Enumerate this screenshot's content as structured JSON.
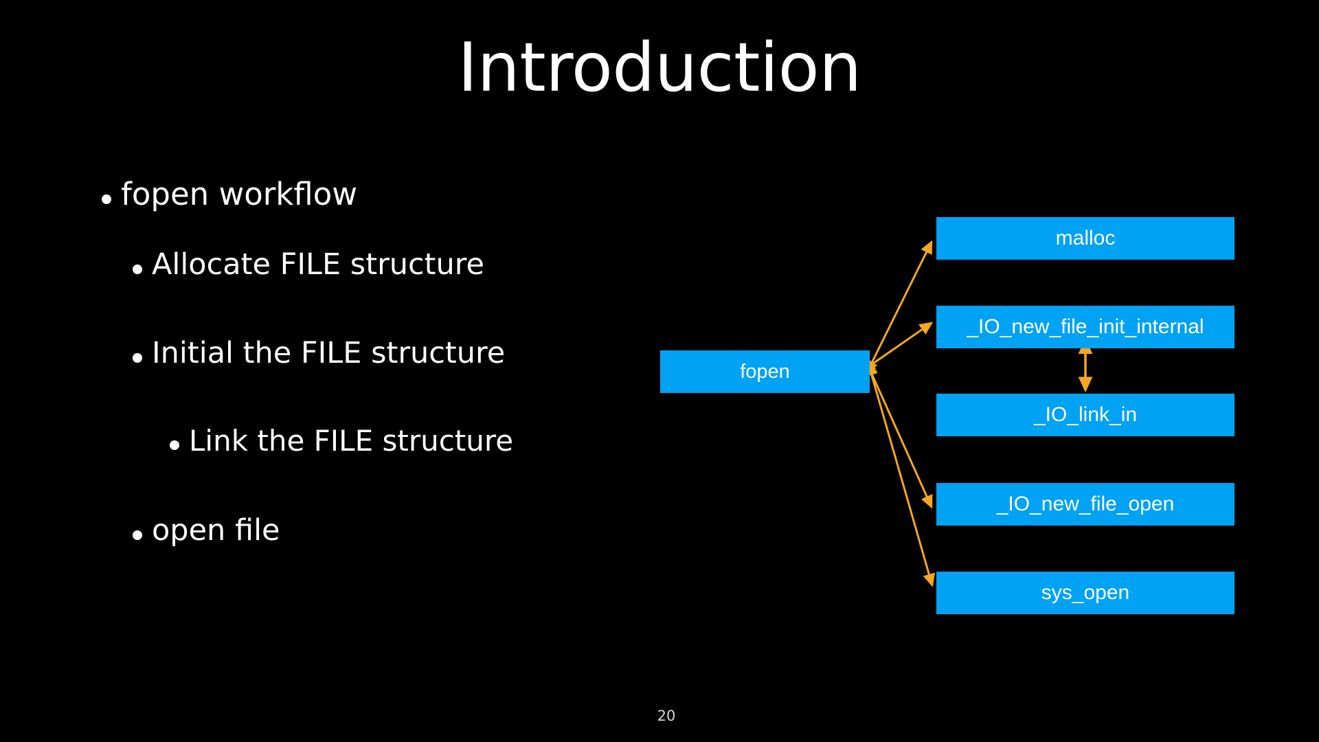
{
  "slide": {
    "title": "Introduction",
    "page_number": "20",
    "background_color": "#000000",
    "text_color": "#ffffff"
  },
  "bullets": [
    {
      "text": "fopen workflow",
      "level": 1
    },
    {
      "text": "Allocate FILE structure",
      "level": 2
    },
    {
      "text": "Initial the FILE structure",
      "level": 2
    },
    {
      "text": "Link the FILE structure",
      "level": 3
    },
    {
      "text": "open file",
      "level": 2
    }
  ],
  "diagram": {
    "box_color": "#00A2F3",
    "box_text_color": "#ffffff",
    "arrow_color": "#F5A623",
    "caller": {
      "label": "fopen"
    },
    "callees": [
      {
        "label": "malloc"
      },
      {
        "label": "_IO_new_file_init_internal"
      },
      {
        "label": "_IO_link_in"
      },
      {
        "label": "_IO_new_file_open"
      },
      {
        "label": "sys_open"
      }
    ]
  }
}
